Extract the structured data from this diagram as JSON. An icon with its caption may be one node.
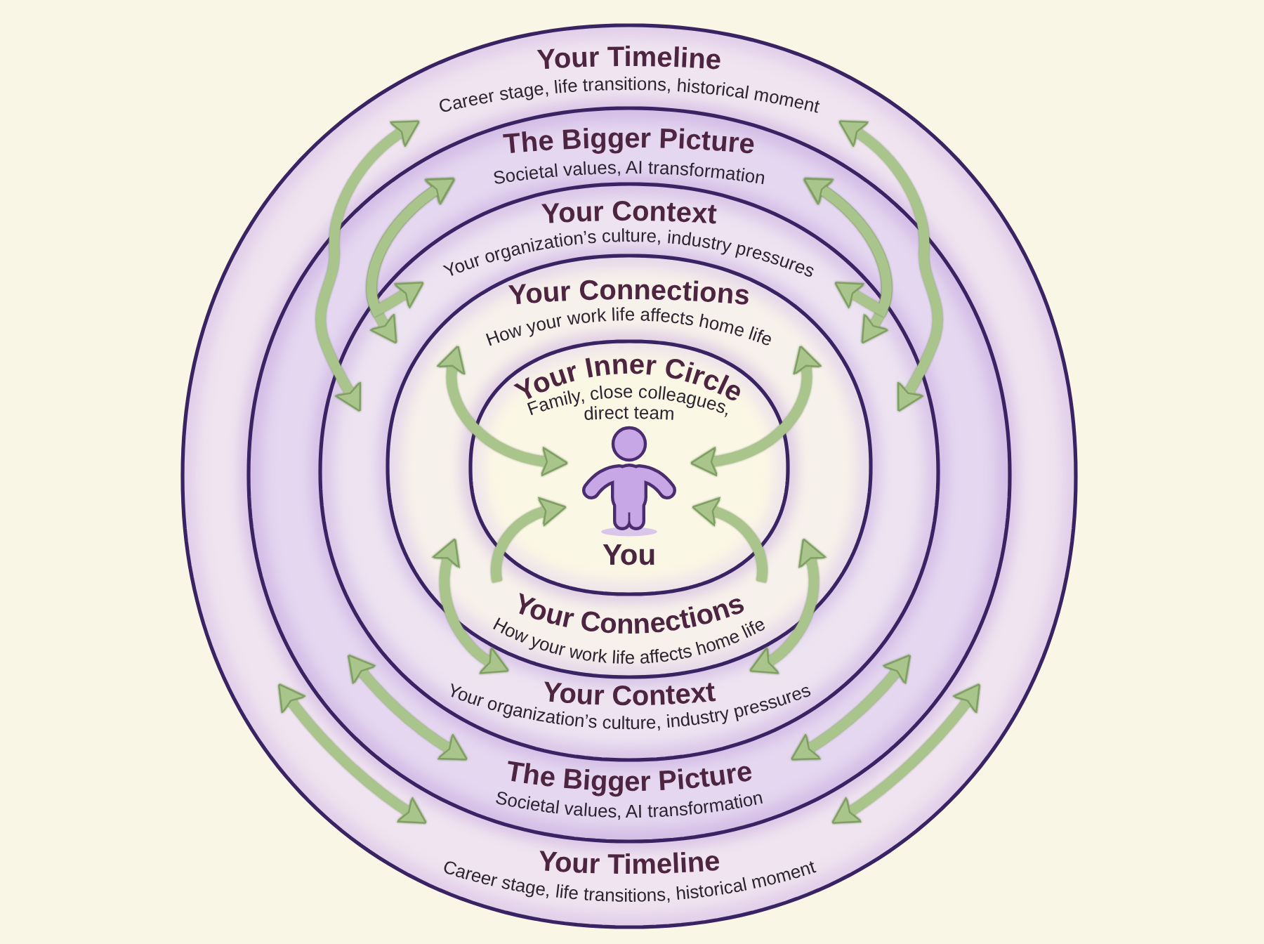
{
  "diagram": {
    "nodes": [
      {
        "text": [
          "Your Timeline",
          "Career stage, life transitions, historical moment",
          "Your Timeline",
          "Career stage, life transitions, historical moment"
        ]
      },
      {
        "text": [
          "The Bigger Picture",
          "Societal values, AI transformation",
          "The Bigger Picture",
          "Societal values, AI transformation"
        ],
        "in": 0
      },
      {
        "text": [
          "Your Context",
          "Your organization’s culture, industry pressures",
          "Your Context",
          "Your organization’s culture, industry pressures"
        ],
        "in": 1
      },
      {
        "text": [
          "Your Connections",
          "How your work life affects home life",
          "Your Connections",
          "How your work life affects home life"
        ],
        "in": 2
      },
      {
        "text": [
          "Your Inner Circle",
          "Family, close colleagues, direct team"
        ],
        "in": 3
      },
      {
        "text": [
          "You"
        ],
        "in": 4
      }
    ],
    "edges": [
      {
        "from": 0,
        "to": 1,
        "arrow": "both"
      },
      {
        "from": 1,
        "to": 2,
        "arrow": "both"
      },
      {
        "from": 1,
        "to": 2,
        "arrow": "both"
      },
      {
        "from": 3,
        "to": 5,
        "arrow": "both"
      },
      {
        "from": 0,
        "to": 1,
        "arrow": "both"
      },
      {
        "from": 1,
        "to": 2,
        "arrow": "both"
      },
      {
        "from": 1,
        "to": 2,
        "arrow": "both"
      },
      {
        "from": 3,
        "to": 5,
        "arrow": "both"
      },
      {
        "from": 3,
        "to": 5,
        "arrow": "to"
      },
      {
        "from": 3,
        "to": 5,
        "arrow": "to"
      },
      {
        "from": 2,
        "to": 3,
        "arrow": "both"
      },
      {
        "from": 2,
        "to": 3,
        "arrow": "both"
      },
      {
        "from": 1,
        "to": 2,
        "arrow": "both"
      },
      {
        "from": 0,
        "to": 1,
        "arrow": "both"
      },
      {
        "from": 1,
        "to": 2,
        "arrow": "both"
      },
      {
        "from": 0,
        "to": 1,
        "arrow": "both"
      }
    ]
  }
}
